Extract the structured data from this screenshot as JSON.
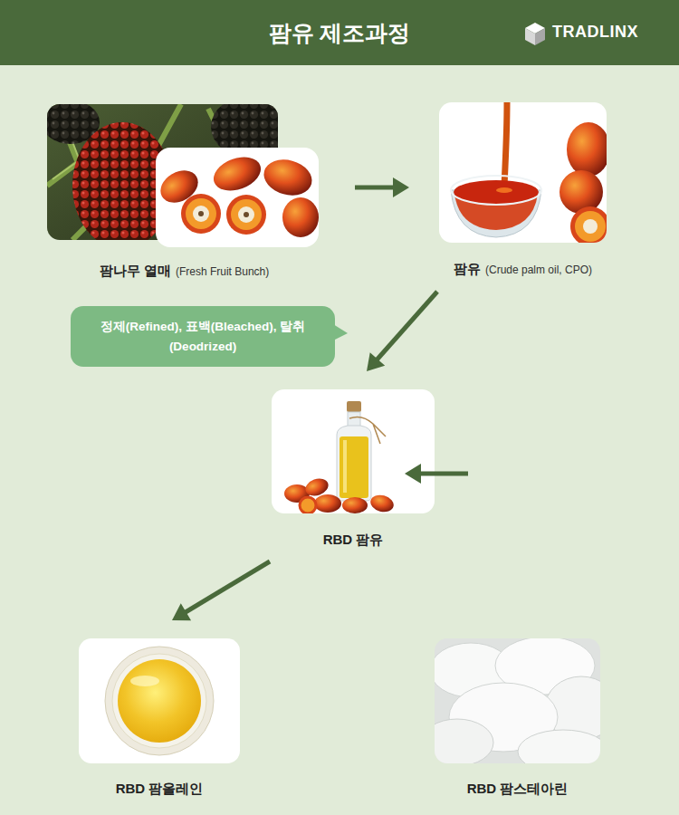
{
  "diagram": {
    "title": "팜유 제조과정",
    "nodes": [
      {
        "text": [
          "팜나무 열매",
          "(Fresh Fruit Bunch)"
        ]
      },
      {
        "text": [
          "팜유",
          "(Crude palm oil, CPO)"
        ]
      },
      {
        "text": [
          "정제(Refined), 표백(Bleached), 탈취(Deodrized)"
        ]
      },
      {
        "text": [
          "RBD 팜유"
        ]
      },
      {
        "text": [
          "RBD 팜올레인"
        ]
      },
      {
        "text": [
          "RBD 팜스테아린"
        ]
      }
    ],
    "edges": [
      {
        "from": 0,
        "to": 1,
        "arrow": "to"
      },
      {
        "from": 1,
        "to": 3,
        "arrow": "to"
      },
      {
        "from": 3,
        "to": 4,
        "arrow": "to"
      },
      {
        "from": 3,
        "to": 5,
        "arrow": "to"
      }
    ],
    "labels": [
      "TRADLINX"
    ]
  }
}
